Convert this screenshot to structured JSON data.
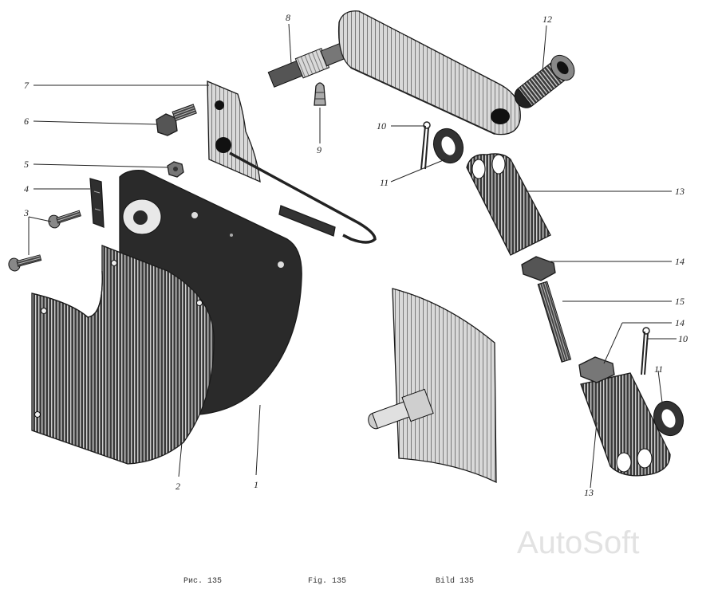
{
  "figure": {
    "captions": [
      "Рис. 135",
      "Fig. 135",
      "Bild 135"
    ],
    "watermark": "AutoSoft"
  },
  "callouts": [
    "1",
    "2",
    "3",
    "4",
    "5",
    "6",
    "7",
    "8",
    "9",
    "10",
    "11",
    "12",
    "13",
    "14",
    "15",
    "14",
    "10",
    "11",
    "13"
  ]
}
